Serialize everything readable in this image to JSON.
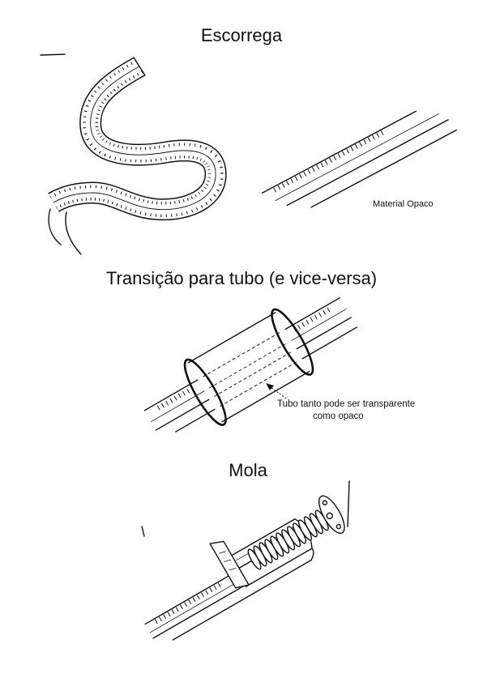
{
  "colors": {
    "ink": "#111111",
    "paper": "#ffffff"
  },
  "slide_section": {
    "title": "Escorrega",
    "material_label": "Material Opaco"
  },
  "tube_section": {
    "title": "Transição para tubo (e vice-versa)",
    "note_line_1": "Tubo tanto pode ser transparente",
    "note_line_2": "como opaco"
  },
  "spring_section": {
    "title": "Mola"
  }
}
